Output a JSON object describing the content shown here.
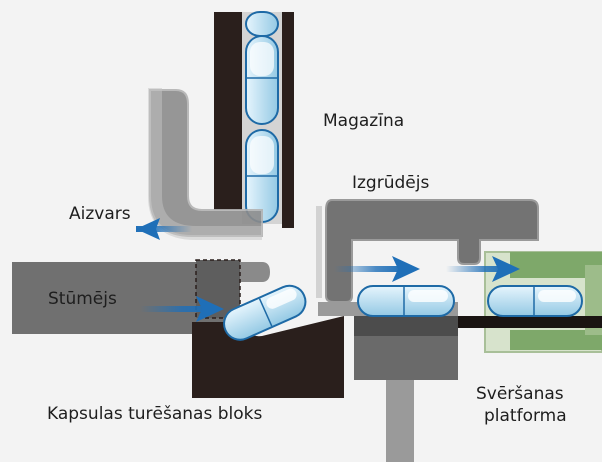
{
  "labels": {
    "magazina": "Magazīna",
    "aizvars": "Aizvars",
    "izgrudejs": "Izgrūdējs",
    "stumejs": "Stūmējs",
    "turesanas": "Kapsulas turēšanas bloks",
    "sversanas_1": "Svēršanas",
    "sversanas_2": "platforma"
  },
  "colors": {
    "background": "#f3f3f3",
    "dark_block": "#2a1f1c",
    "mid_grey": "#6e6e6e",
    "light_grey": "#8c8c8c",
    "capsule_blue": "#a9d6ec",
    "capsule_outline": "#1e6aa6",
    "arrow_blue": "#1f6fb8",
    "scale_green": "#7ea86a"
  },
  "icons": [
    "capsule",
    "flow-arrow"
  ]
}
